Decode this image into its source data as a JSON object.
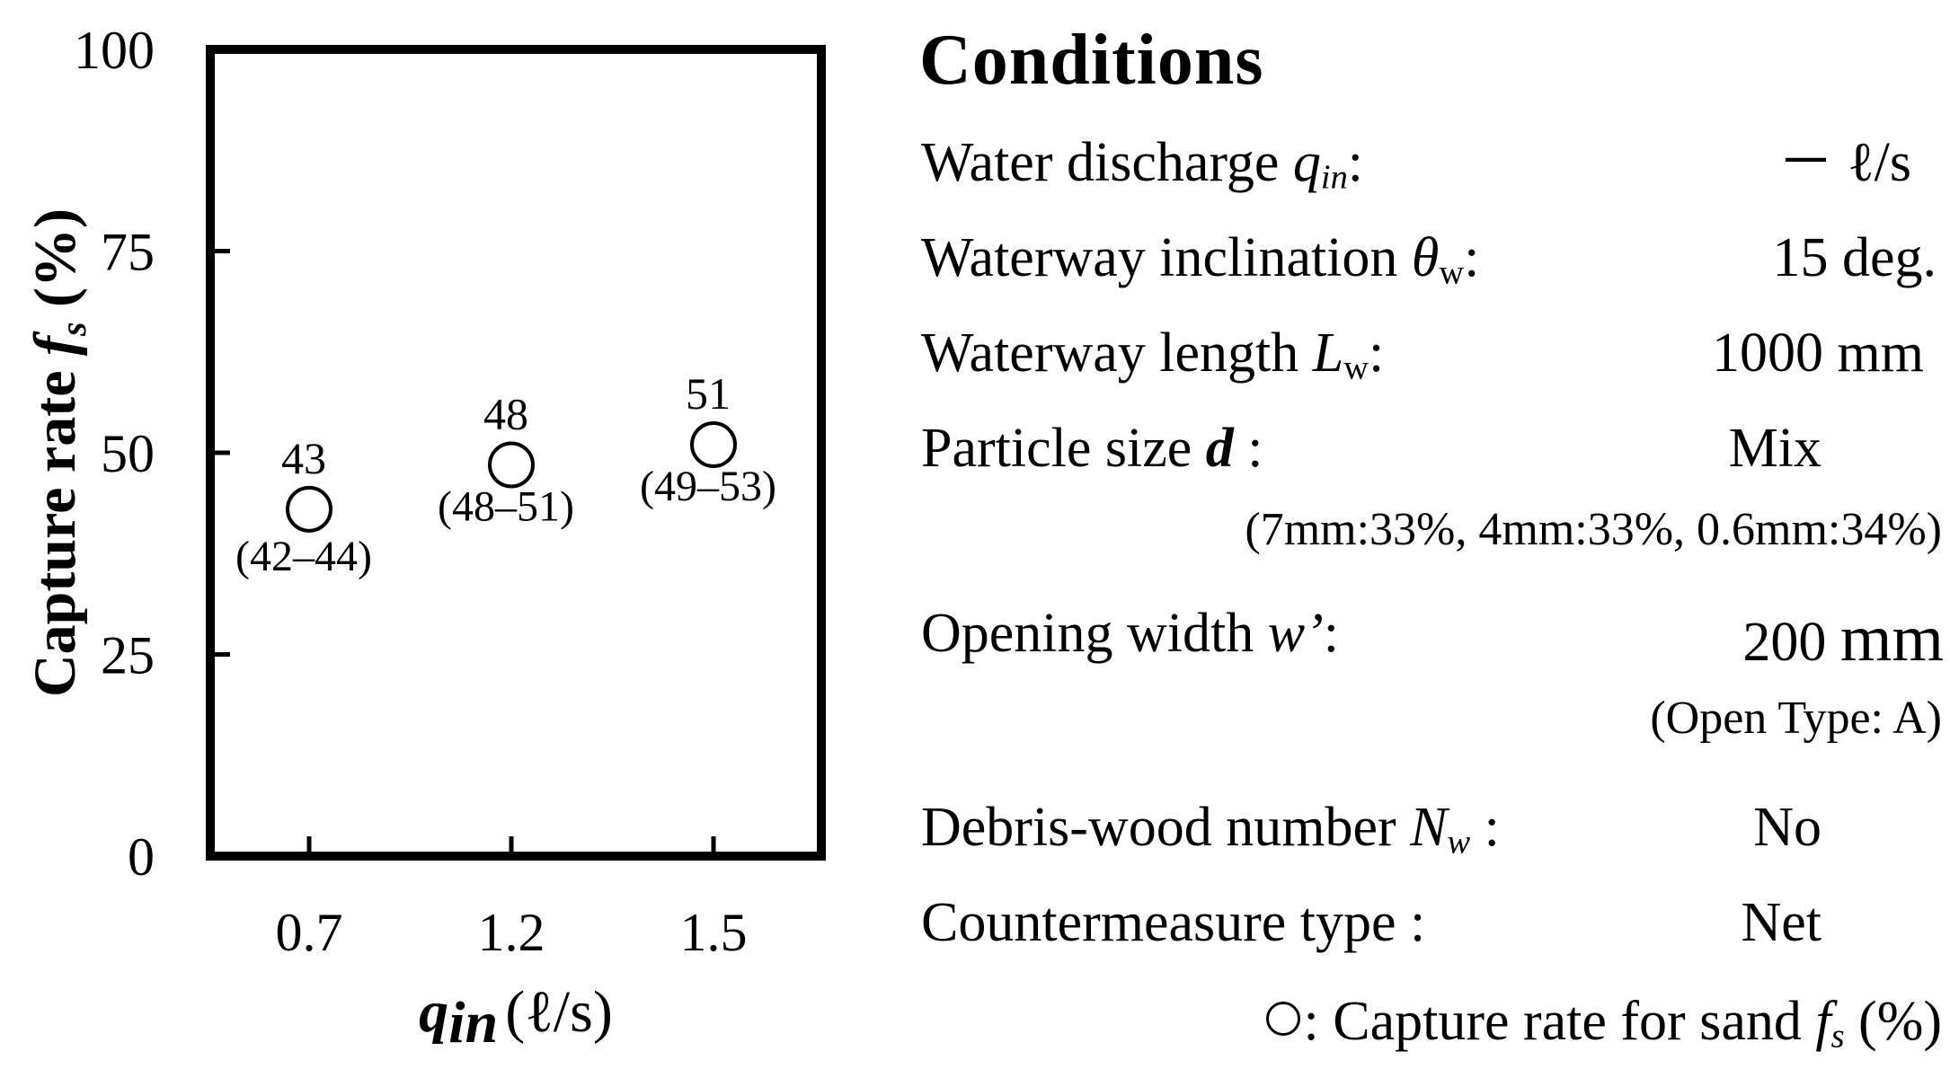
{
  "chart_data": {
    "type": "scatter",
    "xlabel": {
      "symbol": "q",
      "subscript": "in",
      "unit": "(ℓ/s)"
    },
    "ylabel": {
      "text": "Capture rate ",
      "symbol": "f",
      "subscript": "s",
      "unit": " (%)"
    },
    "categories": [
      "0.7",
      "1.2",
      "1.5"
    ],
    "values": [
      43,
      48.5,
      51
    ],
    "value_labels": [
      "43",
      "48",
      "51"
    ],
    "range_labels": [
      "(42–44)",
      "(48–51)",
      "(49–53)"
    ],
    "ylim": [
      0,
      100
    ],
    "yticks": [
      0,
      25,
      50,
      75,
      100
    ],
    "marker": "open-circle",
    "grid": false
  },
  "conditions": {
    "title": "Conditions",
    "water_discharge": {
      "label": "Water discharge ",
      "symbol": "q",
      "sub": "in",
      "colon": ":",
      "value": "－ ℓ/s"
    },
    "waterway_inclination": {
      "label": "Waterway inclination ",
      "symbol": "θ",
      "sub": "w",
      "colon": ":",
      "value": "15 deg."
    },
    "waterway_length": {
      "label": "Waterway length ",
      "symbol": "L",
      "sub": "w",
      "colon": ":",
      "value": "1000 mm"
    },
    "particle_size": {
      "label": "Particle size ",
      "symbol": "d",
      "colon": " :",
      "value": "Mix",
      "note": "(7mm:33%, 4mm:33%, 0.6mm:34%)"
    },
    "opening_width": {
      "label": "Opening width ",
      "symbol": "w’",
      "colon": ":",
      "value_num": "200",
      "value_unit": "mm",
      "note": "(Open Type: A)"
    },
    "debris_wood": {
      "label": "Debris-wood number ",
      "symbol": "N",
      "sub": "w",
      "colon": " :",
      "value": "No"
    },
    "countermeasure": {
      "label": "Countermeasure type :",
      "value": "Net"
    },
    "legend": {
      "text": ": Capture rate for sand ",
      "symbol": "f",
      "sub": "s",
      "unit": " (%)"
    }
  }
}
